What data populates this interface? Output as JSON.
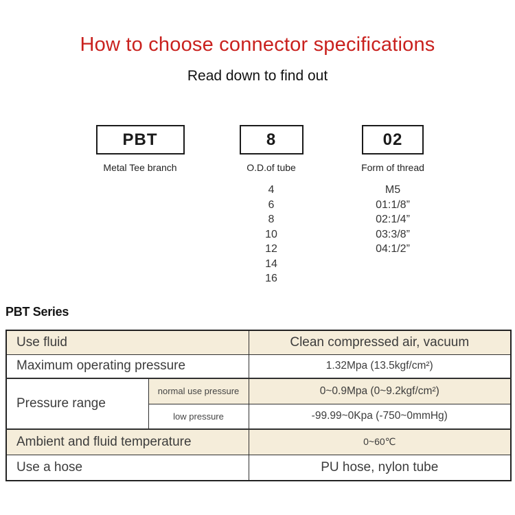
{
  "header": {
    "title": "How to choose connector specifications",
    "subtitle": "Read down to find out"
  },
  "selector": {
    "columns": [
      {
        "code": "PBT",
        "label": "Metal Tee branch",
        "options": []
      },
      {
        "code": "8",
        "label": "O.D.of tube",
        "options": [
          "4",
          "6",
          "8",
          "10",
          "12",
          "14",
          "16"
        ]
      },
      {
        "code": "02",
        "label": "Form of thread",
        "options": [
          "M5",
          "01:1/8”",
          "02:1/4”",
          "03:3/8”",
          "04:1/2”"
        ]
      }
    ]
  },
  "series_heading": "PBT Series",
  "spec_table": {
    "rows": [
      {
        "label": "Use fluid",
        "value": "Clean compressed air, vacuum"
      },
      {
        "label": "Maximum operating pressure",
        "value": "1.32Mpa (13.5kgf/cm²)"
      },
      {
        "label": "Pressure range",
        "sub": [
          {
            "label": "normal use pressure",
            "value": "0~0.9Mpa (0~9.2kgf/cm²)"
          },
          {
            "label": "low pressure",
            "value": "-99.99~0Kpa (-750~0mmHg)"
          }
        ]
      },
      {
        "label": "Ambient and fluid temperature",
        "value": "0~60℃"
      },
      {
        "label": "Use a hose",
        "value": "PU hose, nylon tube"
      }
    ]
  },
  "colors": {
    "accent_red": "#c9211e",
    "table_beige": "#f5edda",
    "border_dark": "#2f2f2f"
  }
}
